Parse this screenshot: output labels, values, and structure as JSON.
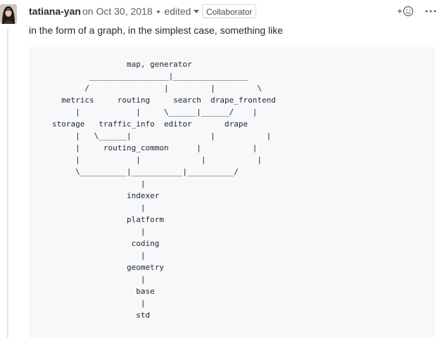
{
  "comment": {
    "author": "tatiana-yan",
    "timestamp_prefix": "on",
    "timestamp": "Oct 30, 2018",
    "separator": "•",
    "edited_label": "edited",
    "author_association": "Collaborator",
    "body_text": "in the form of a graph, in the simplest case, something like",
    "code_lines": [
      "                map, generator",
      "        _________________|________________",
      "       /                |         |         \\",
      "  metrics     routing     search  drape_frontend",
      "     |            |     \\______|______/    |",
      "storage   traffic_info  editor       drape",
      "     |   \\______|                 |           |",
      "     |     routing_common      |           |",
      "     |            |             |           |",
      "     \\__________|___________|__________/",
      "                   |",
      "                indexer",
      "                   |",
      "                platform",
      "                   |",
      "                 coding",
      "                   |",
      "                geometry",
      "                   |",
      "                  base",
      "                   |",
      "                  std"
    ]
  },
  "icons": {
    "avatar": "user-avatar",
    "reaction": "smiley-plus-icon",
    "more": "kebab-horizontal-icon",
    "caret": "caret-down-icon"
  },
  "colors": {
    "text": "#24292e",
    "muted": "#586069",
    "code_background": "#f6f8fa",
    "border": "#d1d5da"
  }
}
